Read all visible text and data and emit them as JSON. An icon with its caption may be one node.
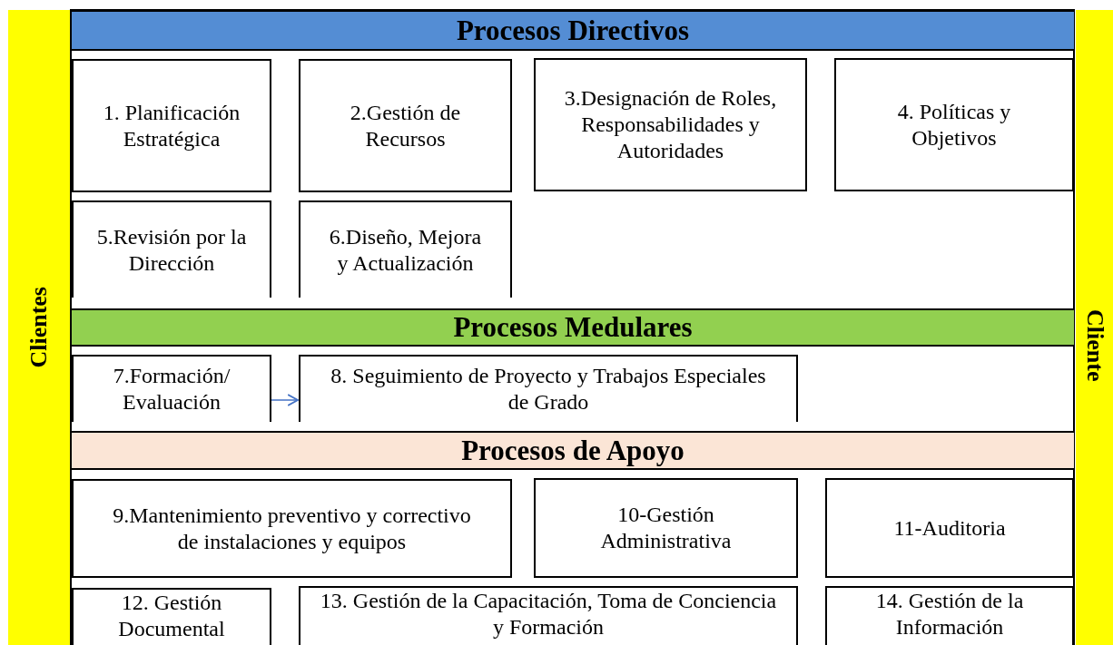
{
  "diagram": {
    "nodes": [
      {
        "text": [
          "Clientes"
        ]
      },
      {
        "text": [
          "Procesos Directivos"
        ]
      },
      {
        "text": [
          "1. Planificación Estratégica"
        ]
      },
      {
        "text": [
          "2.Gestión de Recursos"
        ]
      },
      {
        "text": [
          "3.Designación de Roles, Responsabilidades y Autoridades"
        ]
      },
      {
        "text": [
          "4. Políticas y Objetivos"
        ]
      },
      {
        "text": [
          "5.Revisión por la Dirección"
        ]
      },
      {
        "text": [
          "6.Diseño, Mejora y Actualización"
        ]
      },
      {
        "text": [
          "Procesos Medulares"
        ]
      },
      {
        "text": [
          "7.Formación/ Evaluación"
        ]
      },
      {
        "text": [
          "8. Seguimiento de Proyecto y Trabajos Especiales de Grado"
        ]
      },
      {
        "text": [
          "Procesos de Apoyo"
        ]
      },
      {
        "text": [
          "9.Mantenimiento preventivo y correctivo de instalaciones y equipos"
        ]
      },
      {
        "text": [
          "10-Gestión Administrativa"
        ]
      },
      {
        "text": [
          "11-Auditoria"
        ]
      },
      {
        "text": [
          "12. Gestión Documental"
        ]
      },
      {
        "text": [
          "13. Gestión de la Capacitación, Toma de Conciencia y Formación"
        ]
      },
      {
        "text": [
          "14. Gestión de la Información"
        ]
      },
      {
        "text": [
          "Cliente"
        ]
      }
    ],
    "edges": [
      {
        "from": 9,
        "to": 10,
        "arrow": "to",
        "color": "#4472c4"
      }
    ]
  }
}
